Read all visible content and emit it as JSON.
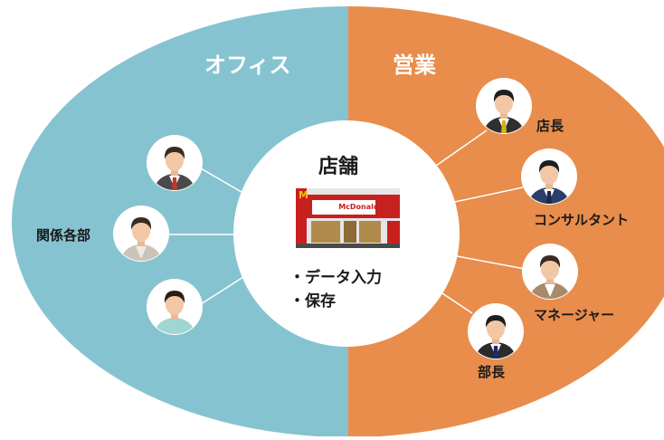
{
  "left_section": {
    "title": "オフィス",
    "color": "#86c3d1",
    "group_label": "関係各部"
  },
  "right_section": {
    "title": "営業",
    "color": "#e88d4c"
  },
  "center": {
    "title": "店舗",
    "store_sign": "McDonald's",
    "items": [
      "・データ入力",
      "・保存"
    ]
  },
  "right_roles": {
    "role_1": "店長",
    "role_2": "コンサルタント",
    "role_3": "マネージャー",
    "role_4": "部長"
  }
}
